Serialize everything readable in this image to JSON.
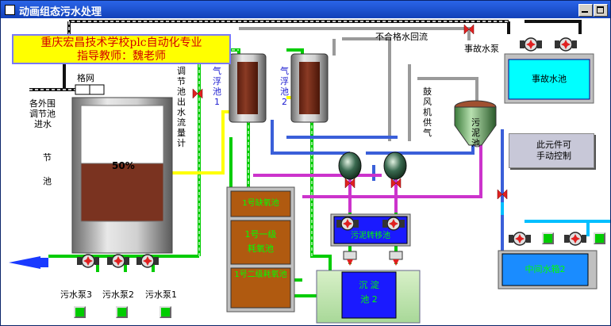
{
  "window": {
    "title": "动画组态污水处理"
  },
  "banner": {
    "line1": "重庆宏昌技术学校plc自动化专业",
    "line2": "指导教师：魏老师"
  },
  "labels": {
    "grid": "格网",
    "inflow": [
      "各外围",
      "调节池",
      "进水"
    ],
    "tank_jie": "节",
    "tank_chi": "池",
    "level": "50%",
    "regulating_outflow": "调节池出水流量计",
    "float1": "气浮池1",
    "float2": "气浮池2",
    "return_flow": "不合格水回流",
    "accident_pump": "事故水泵",
    "accident_pool": "事故水池",
    "blower": "鼓风机供气",
    "sludge_pool": "污泥池",
    "manual_control": [
      "此元件可",
      "手动控制"
    ],
    "anoxic1": "1号缺氧池",
    "aerobic1": [
      "1号一级",
      "耗氧池"
    ],
    "aerobic2": "1号二级耗氧池",
    "sludge_transfer": "污泥转移池",
    "settling": [
      "沉 淀",
      "池  2"
    ],
    "middle_tank": "中间水箱2",
    "pump3": "污水泵3",
    "pump2": "污水泵2",
    "pump1": "污水泵1"
  },
  "colors": {
    "pipe_green": "#00cc00",
    "pipe_yellow": "#ffff00",
    "pipe_blue": "#3a5fd9",
    "pipe_magenta": "#cc33cc",
    "pump_red": "#e02020",
    "sludge": "#7a3320",
    "water": "#00ffff"
  }
}
